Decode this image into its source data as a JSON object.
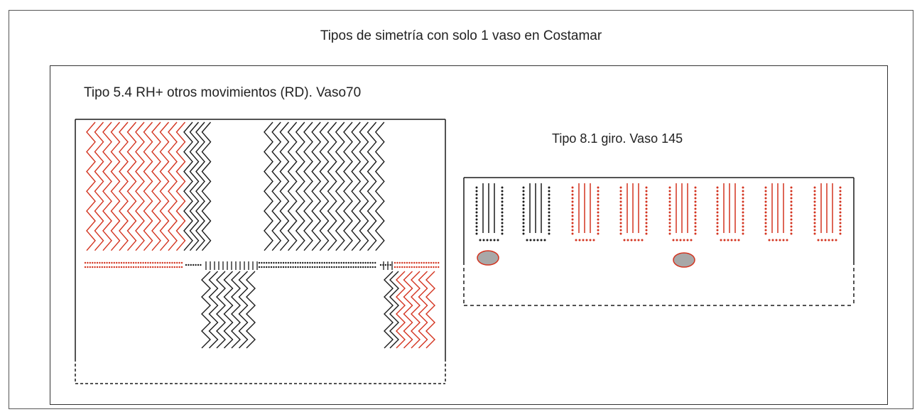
{
  "title": "Tipos de simetría con solo 1 vaso  en Costamar",
  "left_panel": {
    "label": "Tipo 5.4 RH+ otros movimientos (RD). Vaso70"
  },
  "right_panel": {
    "label": "Tipo 8.1 giro. Vaso 145"
  },
  "colors": {
    "black": "#1a1a1a",
    "red": "#d3331f",
    "gray": "#a8a8a8"
  }
}
